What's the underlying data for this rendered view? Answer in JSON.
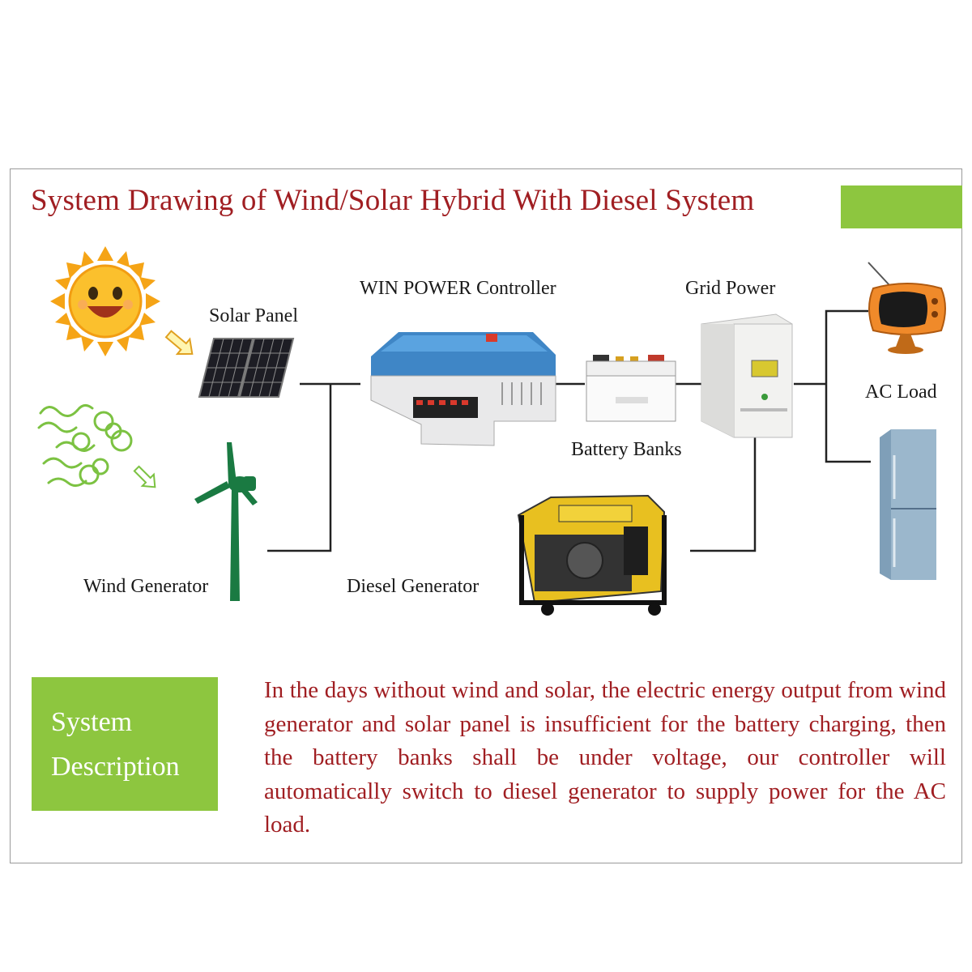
{
  "title": "System Drawing of Wind/Solar Hybrid With Diesel System",
  "labels": {
    "solar_panel": "Solar Panel",
    "controller": "WIN POWER Controller",
    "grid_power": "Grid Power",
    "ac_load": "AC Load",
    "battery_banks": "Battery Banks",
    "wind_generator": "Wind Generator",
    "diesel_generator": "Diesel Generator"
  },
  "description": {
    "box_line1": "System",
    "box_line2": "Description",
    "text": "In the days without wind and solar, the electric energy output from wind generator and solar panel is insufficient for the battery charging, then the battery banks shall be under voltage, our controller will automatically switch to diesel generator to supply power for the AC load."
  },
  "colors": {
    "title": "#a01e22",
    "accent_green": "#8dc63f",
    "wire": "#222222"
  },
  "icons": [
    "sun-icon",
    "wind-icon",
    "solar-panel-icon",
    "wind-turbine-icon",
    "controller-icon",
    "battery-icon",
    "grid-power-icon",
    "diesel-generator-icon",
    "tv-icon",
    "refrigerator-icon"
  ]
}
